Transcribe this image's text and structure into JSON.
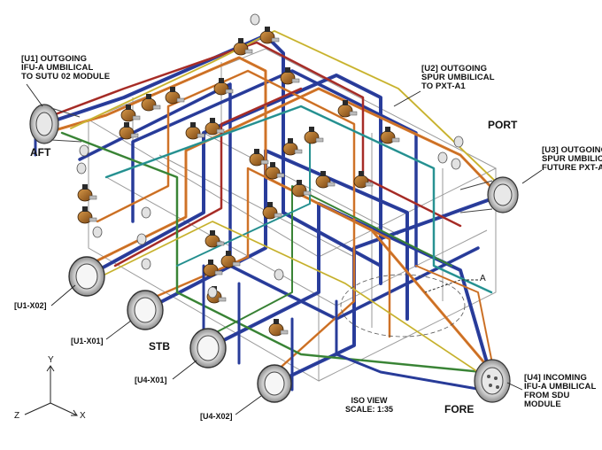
{
  "callouts": {
    "u1": [
      "[U1] OUTGOING",
      "IFU-A UMBILICAL",
      "TO SUTU 02 MODULE"
    ],
    "u2": [
      "[U2] OUTGOING",
      "SPUR UMBILICAL",
      "TO PXT-A1"
    ],
    "u3": [
      "[U3] OUTGOING",
      "SPUR UMBILIC",
      "FUTURE PXT-A"
    ],
    "u4": [
      "[U4] INCOMING",
      "IFU-A UMBILICAL",
      "FROM SDU",
      "MODULE"
    ]
  },
  "directions": {
    "aft": "AFT",
    "port": "PORT",
    "stb": "STB",
    "fore": "FORE"
  },
  "connector_tags": {
    "u1_x02": "[U1-X02]",
    "u1_x01": "[U1-X01]",
    "u4_x01": "[U4-X01]",
    "u4_x02": "[U4-X02]"
  },
  "detail_marker": "A",
  "view": {
    "name": "ISO VIEW",
    "scale": "SCALE: 1:35"
  },
  "axes": {
    "y": "Y",
    "z": "Z",
    "x": "X"
  },
  "colors": {
    "pipe_blue": "#2b3fa0",
    "pipe_orange": "#d9792a",
    "pipe_red": "#b0302a",
    "pipe_green": "#3e8c3a",
    "pipe_teal": "#2a9a9a",
    "pipe_yellow": "#d8c23a",
    "valve_brown": "#a8641f",
    "frame_gray": "#8a8a8a"
  }
}
